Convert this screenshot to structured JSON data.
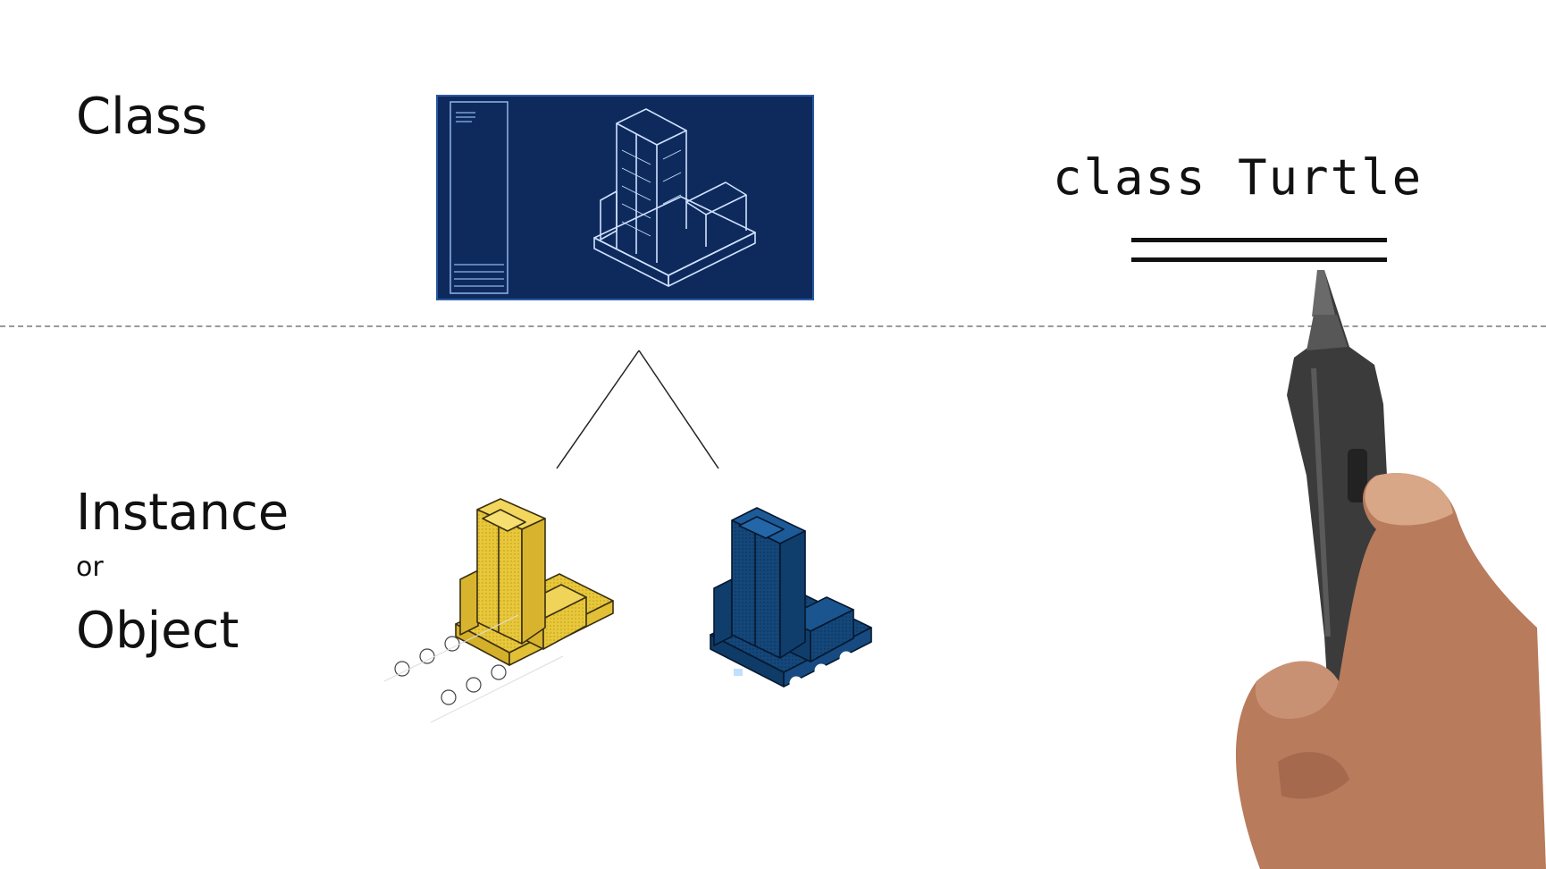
{
  "labels": {
    "class": "Class",
    "instance": "Instance",
    "or": "or",
    "object": "Object"
  },
  "code": {
    "text": "class Turtle"
  },
  "colors": {
    "blueprint_bg": "#0e2a5c",
    "blueprint_line": "#bcd7ff",
    "instance_yellow": "#e8c83a",
    "instance_blue": "#14477a",
    "text": "#111111"
  },
  "icons": {
    "blueprint": "building-blueprint-icon",
    "yellow_building": "yellow-building-icon",
    "blue_building": "blue-building-icon",
    "pen": "stylus-pen-icon"
  }
}
